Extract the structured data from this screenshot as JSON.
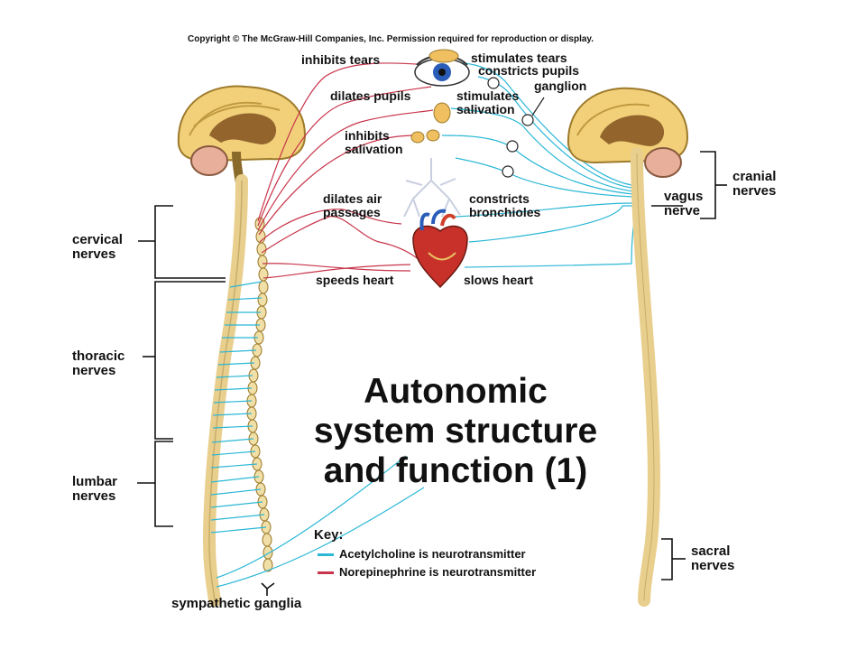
{
  "copyright": "Copyright © The McGraw-Hill Companies, Inc. Permission required for reproduction or display.",
  "title_lines": [
    "Autonomic",
    "system structure",
    "and function (1)"
  ],
  "labels": {
    "inhibits_tears": "inhibits tears",
    "stimulates_tears": "stimulates tears",
    "constricts_pupils": "constricts pupils",
    "ganglion": "ganglion",
    "dilates_pupils": "dilates pupils",
    "stimulates": "stimulates",
    "salivation": "salivation",
    "inhibits": "inhibits",
    "salivation2": "salivation",
    "dilates_air": "dilates air",
    "passages": "passages",
    "constricts": "constricts",
    "bronchioles": "bronchioles",
    "speeds_heart": "speeds heart",
    "slows_heart": "slows heart",
    "cervical": "cervical",
    "nerves_cervical": "nerves",
    "thoracic": "thoracic",
    "nerves_thoracic": "nerves",
    "lumbar": "lumbar",
    "nerves_lumbar": "nerves",
    "cranial": "cranial",
    "nerves_cranial": "nerves",
    "vagus": "vagus",
    "nerve": "nerve",
    "sacral": "sacral",
    "nerves_sacral": "nerves",
    "sympathetic_ganglia": "sympathetic ganglia"
  },
  "key": {
    "title": "Key:",
    "items": [
      {
        "text": "Acetylcholine is neurotransmitter",
        "color": "#2bb7d6"
      },
      {
        "text": "Norepinephrine is neurotransmitter",
        "color": "#c8354b"
      }
    ]
  },
  "colors": {
    "acetylcholine": "#2bb7d6",
    "norepinephrine": "#c8354b",
    "spine": "#e9cf8d",
    "spine_edge": "#8a6a2a",
    "brain": "#f2d07a"
  }
}
